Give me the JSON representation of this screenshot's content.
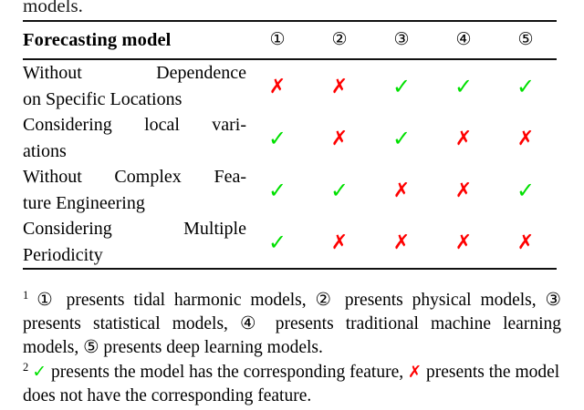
{
  "page": {
    "preceding_text": "models."
  },
  "table": {
    "header": {
      "label": "Forecasting model",
      "models": [
        "①",
        "②",
        "③",
        "④",
        "⑤"
      ]
    },
    "rows": [
      {
        "label": "Without Dependence on Specific Locations",
        "label_lines": [
          "Without Dependence",
          "on Specific Locations"
        ],
        "marks": [
          "✗",
          "✗",
          "✓",
          "✓",
          "✓"
        ]
      },
      {
        "label": "Considering local variations",
        "label_lines": [
          "Considering local vari-",
          "ations"
        ],
        "marks": [
          "✓",
          "✗",
          "✓",
          "✗",
          "✗"
        ]
      },
      {
        "label": "Without Complex Feature Engineering",
        "label_lines": [
          "Without Complex Fea-",
          "ture Engineering"
        ],
        "marks": [
          "✓",
          "✓",
          "✗",
          "✗",
          "✓"
        ]
      },
      {
        "label": "Considering Multiple Periodicity",
        "label_lines": [
          "Considering Multiple",
          "Periodicity"
        ],
        "marks": [
          "✓",
          "✗",
          "✗",
          "✗",
          "✗"
        ]
      }
    ]
  },
  "notes": {
    "note1_marker": "1",
    "note1_text": "① presents tidal harmonic models, ② presents physical models, ③ presents statistical models, ④ presents traditional machine learning models, ⑤ presents deep learning models.",
    "note2_marker": "2",
    "note2_part1": "presents the model has the corresponding feature,",
    "note2_part2": "presents the model does not have the corresponding feature.",
    "note2_yes_glyph": "✓",
    "note2_no_glyph": "✗"
  },
  "colors": {
    "yes": "#00e000",
    "no": "#ff0000",
    "rule": "#111111",
    "text": "#000000"
  }
}
